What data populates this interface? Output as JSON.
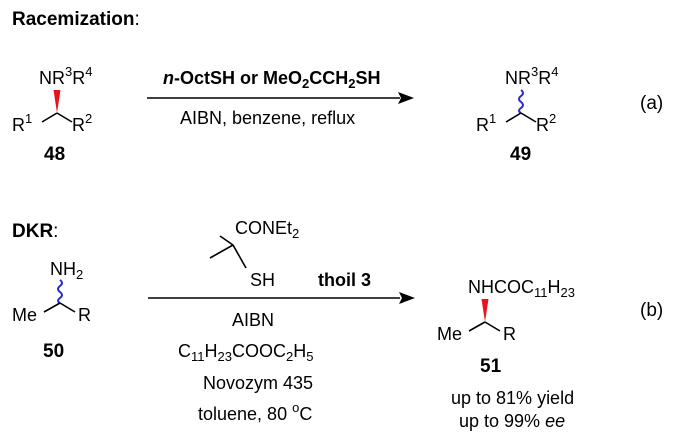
{
  "section_a": {
    "heading": "Racemization",
    "heading_colon": ":",
    "tag": "(a)",
    "reactant": {
      "amine_group": {
        "main": "NR",
        "sup1": "3",
        "mid": "R",
        "sup2": "4"
      },
      "r1": {
        "main": "R",
        "sup": "1"
      },
      "r2": {
        "main": "R",
        "sup": "2"
      },
      "label": "48"
    },
    "product": {
      "amine_group": {
        "main": "NR",
        "sup1": "3",
        "mid": "R",
        "sup2": "4"
      },
      "r1": {
        "main": "R",
        "sup": "1"
      },
      "r2": {
        "main": "R",
        "sup": "2"
      },
      "label": "49"
    },
    "reagents_above": {
      "n": "n",
      "rest1": "-OctSH or MeO",
      "sub": "2",
      "rest2": "CCH",
      "sub2": "2",
      "rest3": "SH"
    },
    "conditions_below": "AIBN, benzene, reflux"
  },
  "section_b": {
    "heading": "DKR",
    "heading_colon": ":",
    "tag": "(b)",
    "reactant": {
      "amine_group": {
        "main": "NH",
        "sub": "2"
      },
      "me": "Me",
      "r": "R",
      "label": "50"
    },
    "product": {
      "amine_group": {
        "main": "NHCOC",
        "sub1": "11",
        "mid": "H",
        "sub2": "23"
      },
      "me": "Me",
      "r": "R",
      "label": "51"
    },
    "thiol": {
      "amide": {
        "main": "CONEt",
        "sub": "2"
      },
      "sh": "SH",
      "name": "thoil 3"
    },
    "conditions": {
      "line1": "AIBN",
      "line2": {
        "a": "C",
        "s1": "11",
        "b": "H",
        "s2": "23",
        "c": "COOC",
        "s3": "2",
        "d": "H",
        "s4": "5"
      },
      "line3": "Novozym 435",
      "line4": {
        "a": "toluene, 80 ",
        "sup": "o",
        "b": "C"
      }
    },
    "results": {
      "yield": "up to 81% yield",
      "ee_prefix": "up to 99% ",
      "ee_italic": "ee"
    }
  },
  "colors": {
    "wedge": "#e8141d",
    "wavy_bond": "#2a2ad8",
    "ink": "#000000"
  }
}
